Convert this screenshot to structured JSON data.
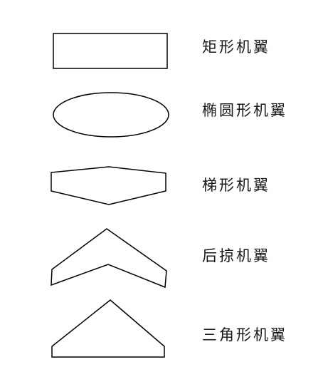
{
  "wing_types": [
    {
      "id": "rectangular",
      "label": "矩形机翼"
    },
    {
      "id": "elliptical",
      "label": "椭圆形机翼"
    },
    {
      "id": "trapezoidal",
      "label": "梯形机翼"
    },
    {
      "id": "swept",
      "label": "后掠机翼"
    },
    {
      "id": "delta",
      "label": "三角形机翼"
    }
  ],
  "colors": {
    "stroke": "#000000",
    "text": "#1a1a1a",
    "background": "#ffffff"
  }
}
